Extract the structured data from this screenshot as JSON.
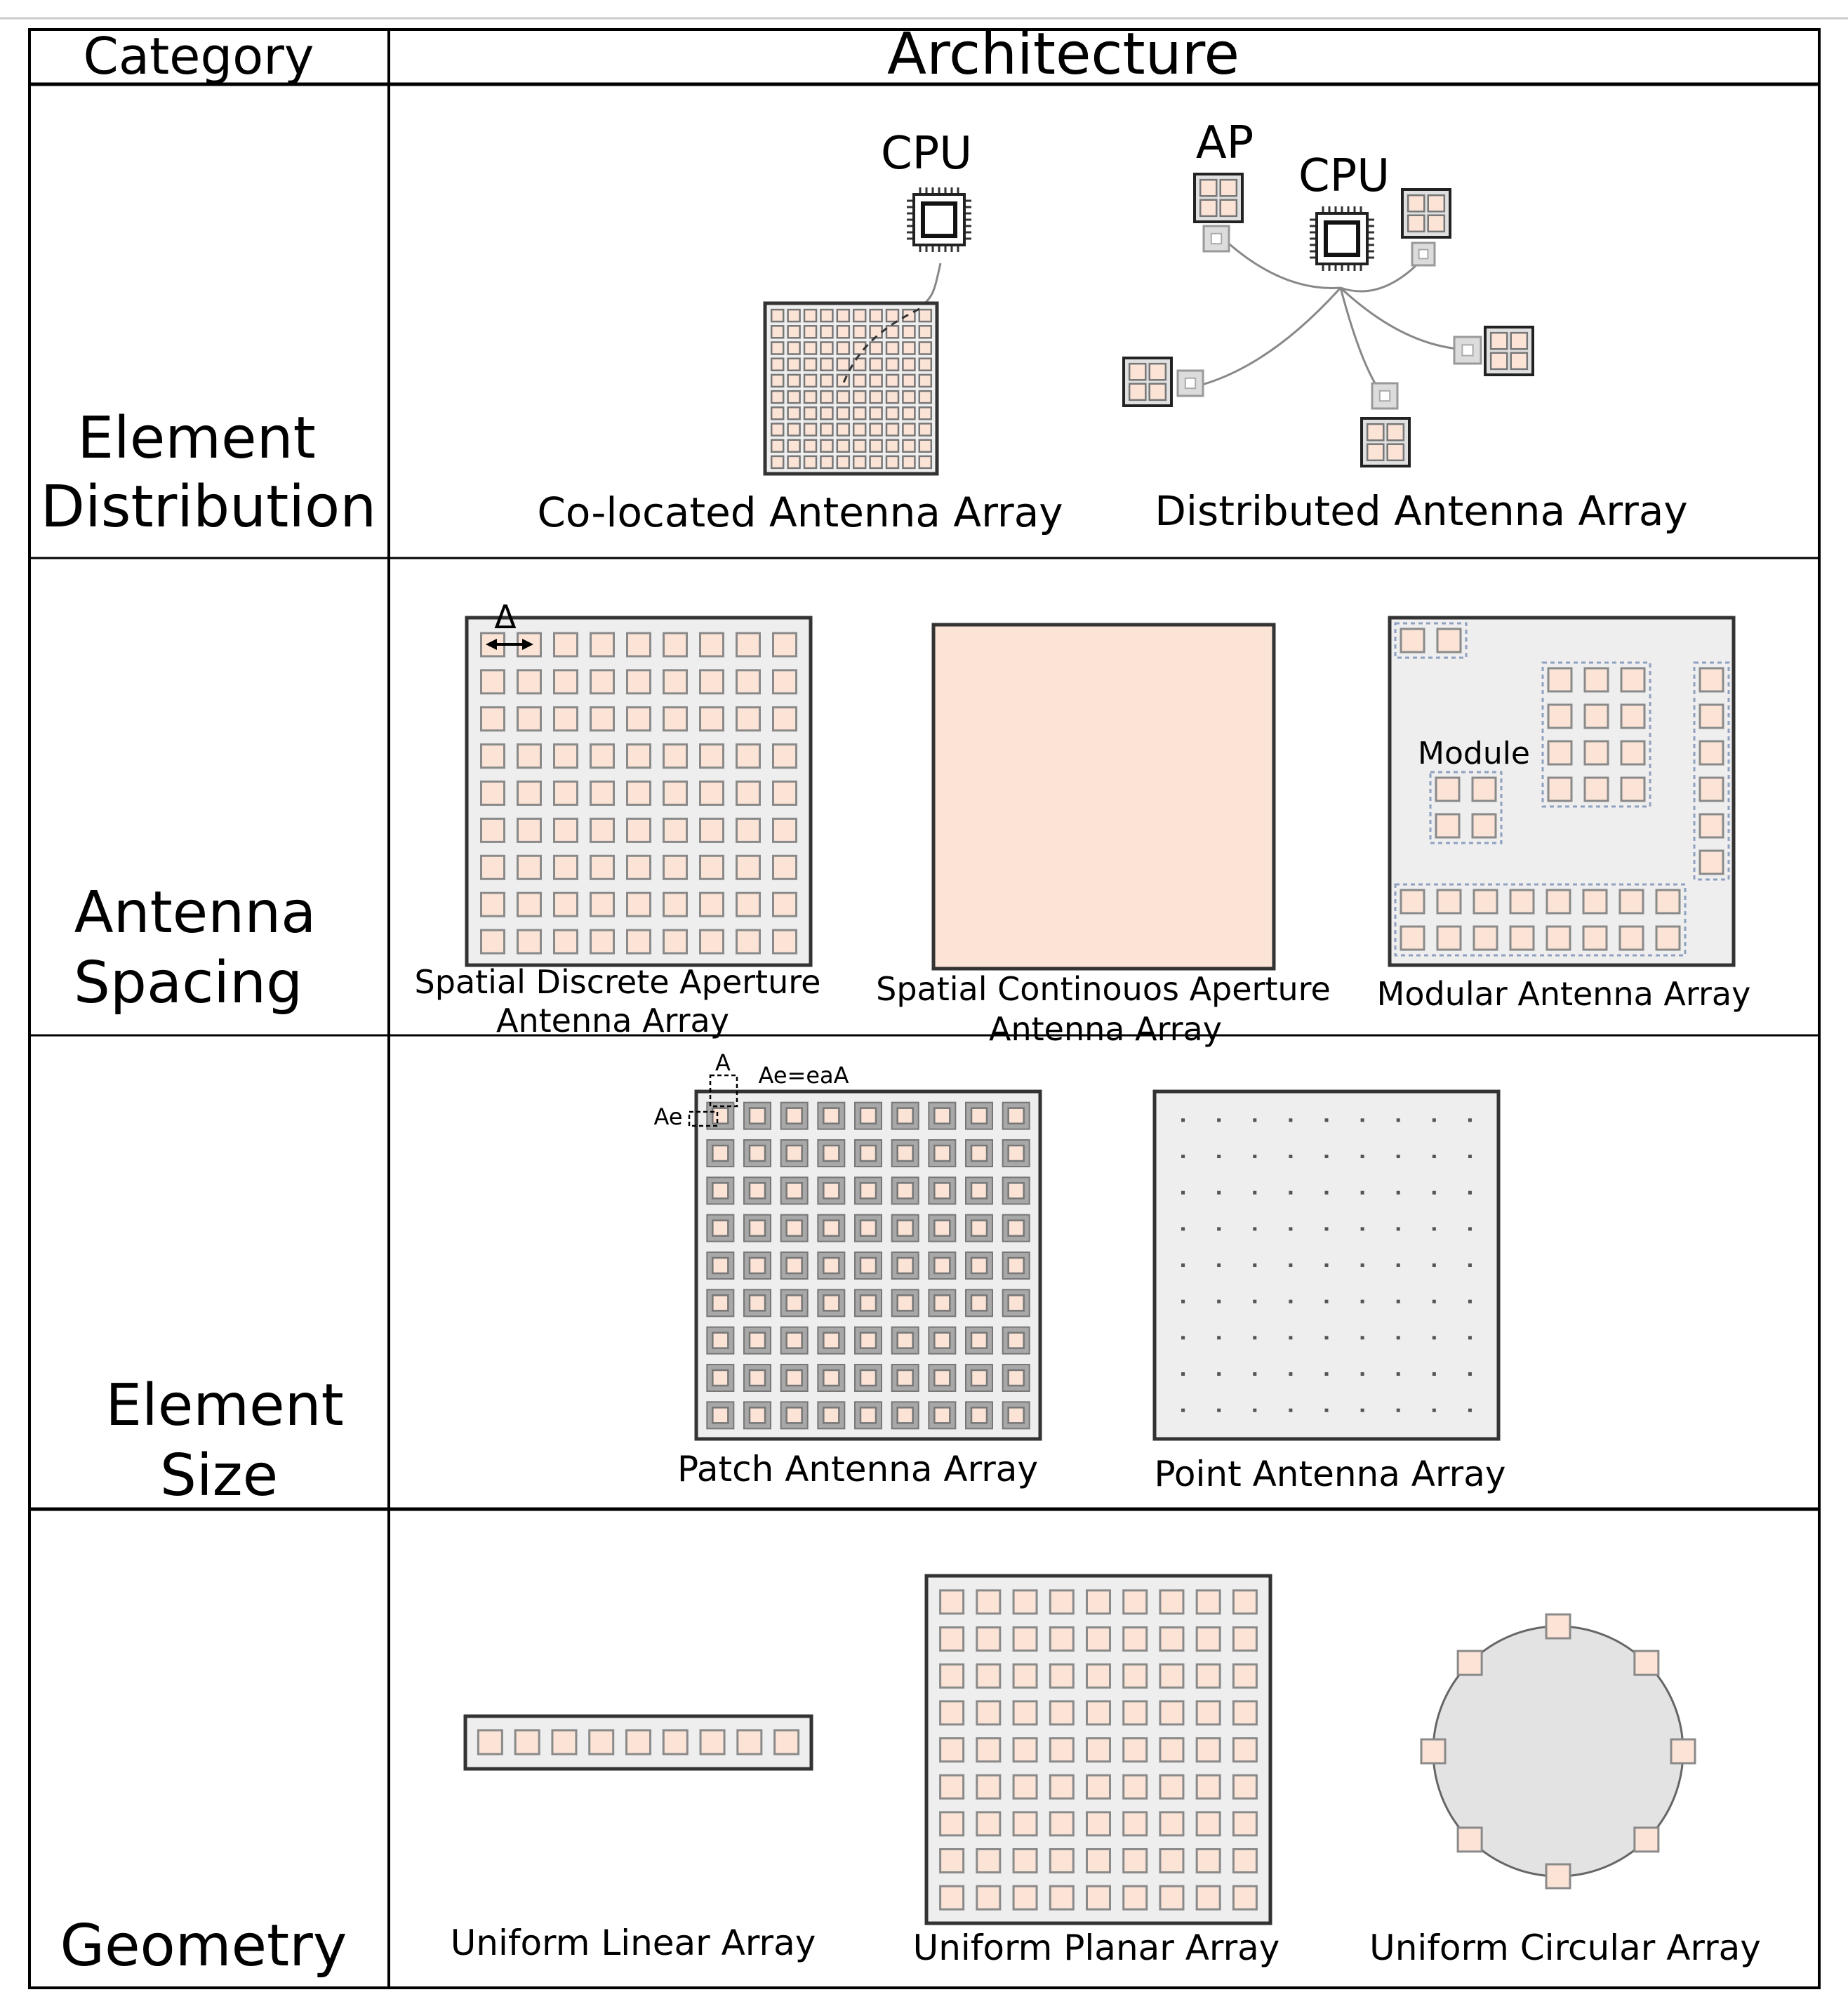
{
  "header": {
    "category": "Category",
    "architecture": "Architecture"
  },
  "rows": {
    "distribution": {
      "category": [
        "Element",
        "Distribution"
      ],
      "cpu_label_1": "CPU",
      "cpu_label_2": "CPU",
      "ap_label": "AP",
      "colocated_caption": "Co-located Antenna Array",
      "distributed_caption": "Distributed Antenna Array"
    },
    "spacing": {
      "category": [
        "Antenna",
        "Spacing"
      ],
      "delta_label": "Δ",
      "module_label": "Module",
      "discrete_caption": [
        "Spatial Discrete Aperture",
        "Antenna Array"
      ],
      "continuous_caption": [
        "Spatial Continouos Aperture",
        "Antenna Array"
      ],
      "modular_caption": "Modular Antenna Array"
    },
    "size": {
      "category": [
        "Element",
        "Size"
      ],
      "a_label": "A",
      "ae_label": "Ae",
      "formula_label": "Ae=eaA",
      "patch_caption": "Patch Antenna Array",
      "point_caption": "Point Antenna Array"
    },
    "geometry": {
      "category": "Geometry",
      "ula_caption": "Uniform Linear Array",
      "upa_caption": "Uniform Planar Array",
      "uca_caption": "Uniform Circular Array"
    }
  },
  "colors": {
    "element_fill": "#fbe3d6",
    "panel_fill": "#eeeeee",
    "border": "#000000"
  },
  "icons": [
    "cpu-chip-icon",
    "access-point-icon",
    "antenna-element-icon"
  ]
}
